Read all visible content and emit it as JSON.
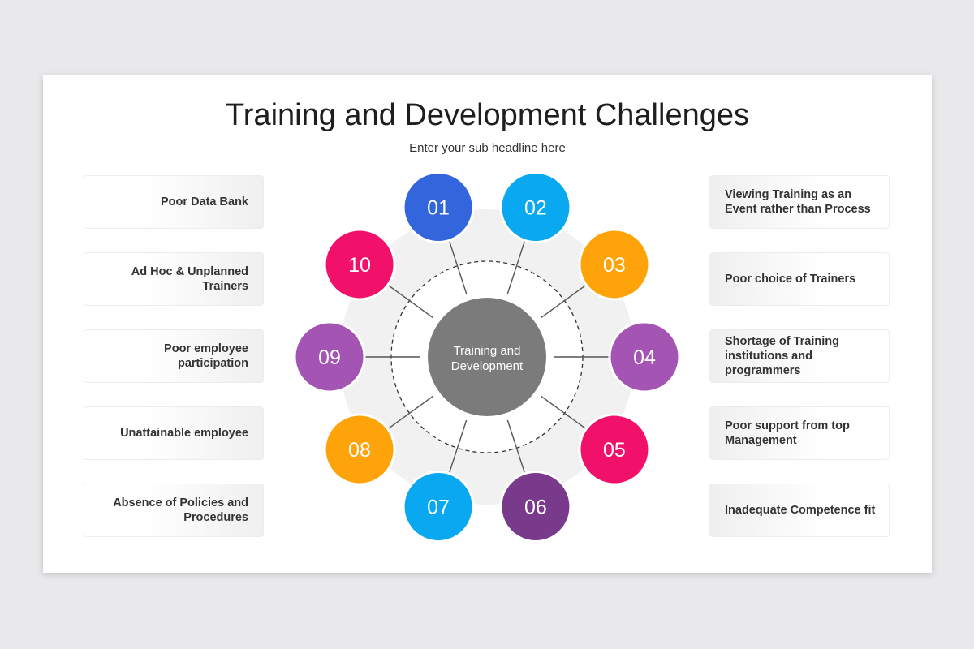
{
  "title": "Training and Development Challenges",
  "subtitle": "Enter your sub headline here",
  "center_label_line1": "Training and",
  "center_label_line2": "Development",
  "nodes": [
    {
      "label": "01",
      "color": "#3366dd"
    },
    {
      "label": "02",
      "color": "#0aa8f0"
    },
    {
      "label": "03",
      "color": "#ffa30a"
    },
    {
      "label": "04",
      "color": "#a455b3"
    },
    {
      "label": "05",
      "color": "#f1116a"
    },
    {
      "label": "06",
      "color": "#7a3a8c"
    },
    {
      "label": "07",
      "color": "#0aa8f0"
    },
    {
      "label": "08",
      "color": "#ffa30a"
    },
    {
      "label": "09",
      "color": "#a455b3"
    },
    {
      "label": "10",
      "color": "#f1116a"
    }
  ],
  "left_items": [
    "Poor Data Bank",
    "Ad Hoc & Unplanned Trainers",
    "Poor employee participation",
    "Unattainable employee",
    "Absence of Policies and Procedures"
  ],
  "right_items": [
    "Viewing Training as an Event rather than Process",
    "Poor choice of Trainers",
    "Shortage of Training institutions and programmers",
    "Poor support from top Management",
    "Inadequate Competence fit"
  ],
  "colors": {
    "center": "#7b7b7b",
    "ring_bg": "#f1f1f1",
    "connector": "#555555"
  }
}
